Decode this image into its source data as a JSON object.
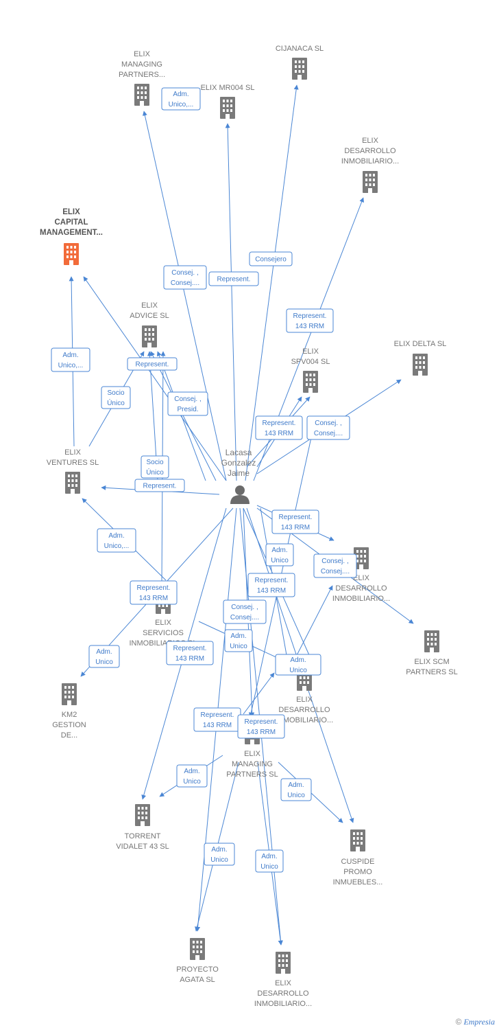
{
  "colors": {
    "edge": "#4a86d4",
    "building": "#7a7a7a",
    "building_main": "#f26b3a",
    "person": "#6b6b6b"
  },
  "person": {
    "lines": [
      "Lacasa",
      "Gonzalez",
      "Jaime"
    ]
  },
  "nodes": [
    {
      "id": "n1",
      "lines": [
        "ELIX",
        "MANAGING",
        "PARTNERS..."
      ],
      "icon": "building-icon",
      "main": false
    },
    {
      "id": "n2",
      "lines": [
        "ELIX MR004  SL"
      ],
      "icon": "building-icon",
      "main": false
    },
    {
      "id": "n3",
      "lines": [
        "CIJANACA  SL"
      ],
      "icon": "building-icon",
      "main": false
    },
    {
      "id": "n4",
      "lines": [
        "ELIX",
        "DESARROLLO",
        "INMOBILIARIO..."
      ],
      "icon": "building-icon",
      "main": false
    },
    {
      "id": "n5",
      "lines": [
        "ELIX",
        "CAPITAL",
        "MANAGEMENT..."
      ],
      "icon": "building-icon",
      "main": true
    },
    {
      "id": "n6",
      "lines": [
        "ELIX",
        "ADVICE  SL"
      ],
      "icon": "building-icon",
      "main": false
    },
    {
      "id": "n7",
      "lines": [
        "ELIX DELTA  SL"
      ],
      "icon": "building-icon",
      "main": false
    },
    {
      "id": "n8",
      "lines": [
        "ELIX",
        "SPV004  SL"
      ],
      "icon": "building-icon",
      "main": false
    },
    {
      "id": "n9",
      "lines": [
        "ELIX",
        "VENTURES  SL"
      ],
      "icon": "building-icon",
      "main": false
    },
    {
      "id": "n10",
      "lines": [
        "ELIX",
        "DESARROLLO",
        "INMOBILIARIO..."
      ],
      "icon": "building-icon",
      "main": false
    },
    {
      "id": "n11",
      "lines": [
        "ELIX SCM",
        "PARTNERS  SL"
      ],
      "icon": "building-icon",
      "main": false
    },
    {
      "id": "n12",
      "lines": [
        "ELIX",
        "SERVICIOS",
        "INMOBILIARIOS SL"
      ],
      "icon": "building-icon",
      "main": false
    },
    {
      "id": "n13",
      "lines": [
        "KM2",
        "GESTION",
        "DE..."
      ],
      "icon": "building-icon",
      "main": false
    },
    {
      "id": "n14",
      "lines": [
        "ELIX",
        "DESARROLLO",
        "INMOBILIARIO..."
      ],
      "icon": "building-icon",
      "main": false
    },
    {
      "id": "n15",
      "lines": [
        "ELIX",
        "MANAGING",
        "PARTNERS  SL"
      ],
      "icon": "building-icon",
      "main": false
    },
    {
      "id": "n16",
      "lines": [
        "TORRENT",
        "VIDALET 43  SL"
      ],
      "icon": "building-icon",
      "main": false
    },
    {
      "id": "n17",
      "lines": [
        "CUSPIDE",
        "PROMO",
        "INMUEBLES..."
      ],
      "icon": "building-icon",
      "main": false
    },
    {
      "id": "n18",
      "lines": [
        "PROYECTO",
        "AGATA  SL"
      ],
      "icon": "building-icon",
      "main": false
    },
    {
      "id": "n19",
      "lines": [
        "ELIX",
        "DESARROLLO",
        "INMOBILIARIO..."
      ],
      "icon": "building-icon",
      "main": false
    }
  ],
  "edge_labels": [
    {
      "lines": [
        "Adm.",
        "Unico,..."
      ]
    },
    {
      "lines": [
        "Consejero"
      ]
    },
    {
      "lines": [
        "Consej. ,",
        "Consej...."
      ]
    },
    {
      "lines": [
        "Represent."
      ]
    },
    {
      "lines": [
        "Represent.",
        "143 RRM"
      ]
    },
    {
      "lines": [
        "Adm.",
        "Unico,..."
      ]
    },
    {
      "lines": [
        "Represent."
      ]
    },
    {
      "lines": [
        "Socio",
        "Único"
      ]
    },
    {
      "lines": [
        "Consej. ,",
        "Presid."
      ]
    },
    {
      "lines": [
        "Represent.",
        "143 RRM"
      ]
    },
    {
      "lines": [
        "Consej. ,",
        "Consej...."
      ]
    },
    {
      "lines": [
        "Socio",
        "Único"
      ]
    },
    {
      "lines": [
        "Represent."
      ]
    },
    {
      "lines": [
        "Represent.",
        "143 RRM"
      ]
    },
    {
      "lines": [
        "Adm.",
        "Unico,..."
      ]
    },
    {
      "lines": [
        "Adm.",
        "Unico"
      ]
    },
    {
      "lines": [
        "Consej. ,",
        "Consej...."
      ]
    },
    {
      "lines": [
        "Represent.",
        "143 RRM"
      ]
    },
    {
      "lines": [
        "Represent.",
        "143 RRM"
      ]
    },
    {
      "lines": [
        "Consej. ,",
        "Consej...."
      ]
    },
    {
      "lines": [
        "Adm.",
        "Unico"
      ]
    },
    {
      "lines": [
        "Represent.",
        "143 RRM"
      ]
    },
    {
      "lines": [
        "Adm.",
        "Unico"
      ]
    },
    {
      "lines": [
        "Adm.",
        "Unico"
      ]
    },
    {
      "lines": [
        "Represent.",
        "143 RRM"
      ]
    },
    {
      "lines": [
        "Represent.",
        "143 RRM"
      ]
    },
    {
      "lines": [
        "Adm.",
        "Unico"
      ]
    },
    {
      "lines": [
        "Adm.",
        "Unico"
      ]
    },
    {
      "lines": [
        "Adm.",
        "Unico"
      ]
    },
    {
      "lines": [
        "Adm.",
        "Unico"
      ]
    }
  ],
  "footer": {
    "copyright": "©",
    "brand": "Empresia"
  }
}
